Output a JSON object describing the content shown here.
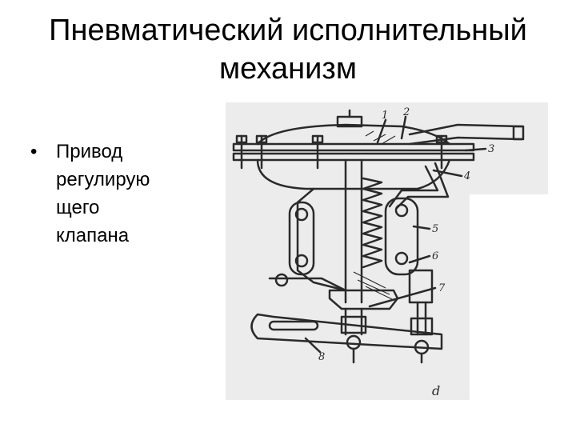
{
  "slide": {
    "title_line1": "Пневматический исполнительный",
    "title_line2": "механизм",
    "bullets": [
      {
        "text": "Привод\nрегулирую\nщего\nклапана"
      }
    ]
  },
  "figure": {
    "callouts": [
      "1",
      "2",
      "3",
      "4",
      "5",
      "6",
      "7",
      "8"
    ],
    "corner_label": "d",
    "colors": {
      "background": "#ececec",
      "ink": "#2a2a2a"
    }
  }
}
